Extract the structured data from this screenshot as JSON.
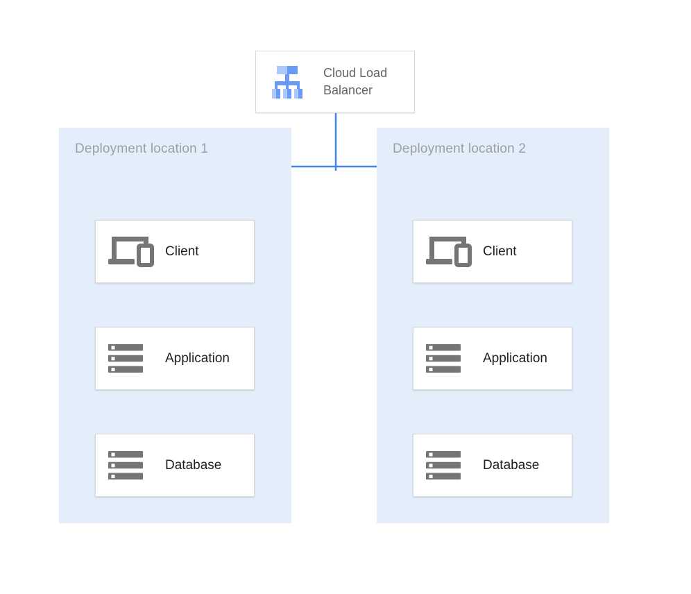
{
  "root_node": {
    "label": "Cloud Load Balancer",
    "icon": "load-balancer-icon"
  },
  "zones": [
    {
      "label": "Deployment location 1",
      "nodes": [
        {
          "label": "Client",
          "icon": "client-devices-icon"
        },
        {
          "label": "Application",
          "icon": "server-stack-icon"
        },
        {
          "label": "Database",
          "icon": "server-stack-icon"
        }
      ]
    },
    {
      "label": "Deployment location 2",
      "nodes": [
        {
          "label": "Client",
          "icon": "client-devices-icon"
        },
        {
          "label": "Application",
          "icon": "server-stack-icon"
        },
        {
          "label": "Database",
          "icon": "server-stack-icon"
        }
      ]
    }
  ],
  "colors": {
    "connector_blue": "#4184f0",
    "zone_background": "#e3eefa",
    "zone_label_gray": "#9aa0a6",
    "node_border": "#d6d9dc",
    "node_label": "#202124",
    "root_label_gray": "#5f6368",
    "icon_gray": "#757575",
    "lb_icon_light": "#adc9f9",
    "lb_icon_medium": "#6a9bf4"
  }
}
